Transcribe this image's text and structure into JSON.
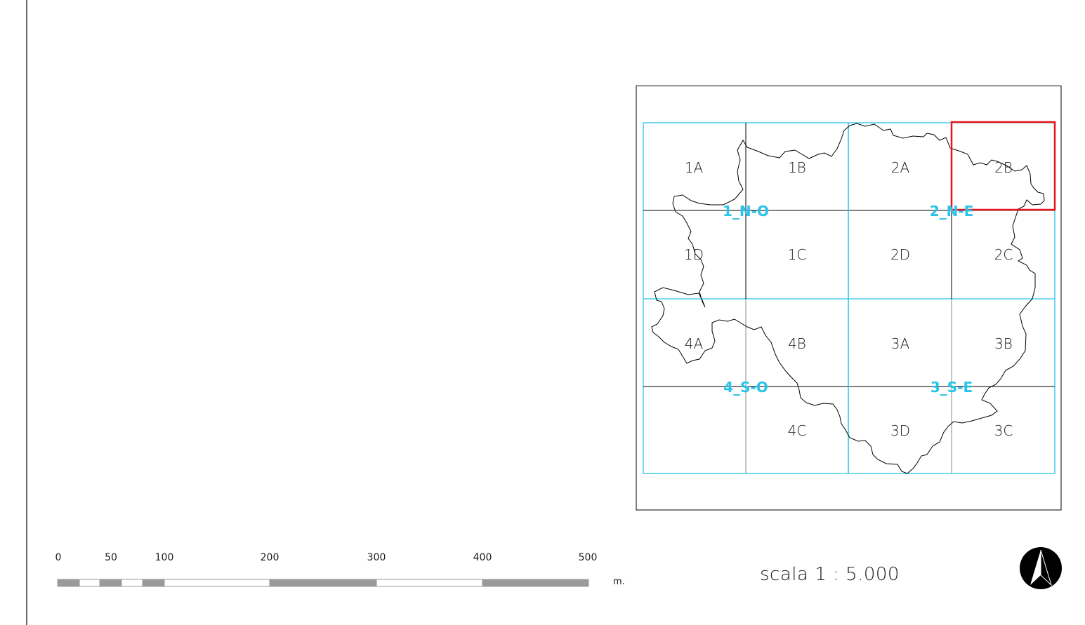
{
  "scale_bar": {
    "ticks": [
      "0",
      "50",
      "100",
      "200",
      "300",
      "400",
      "500"
    ],
    "unit": "m."
  },
  "scale_text": "scala 1 : 5.000",
  "grid": {
    "tiles": [
      "1A",
      "1B",
      "2A",
      "2B",
      "1D",
      "1C",
      "2D",
      "2C",
      "4A",
      "4B",
      "3A",
      "3B",
      "4C",
      "3D",
      "3C"
    ],
    "quadrants": [
      "1_N-O",
      "2_N-E",
      "4_S-O",
      "3_S-E"
    ],
    "highlighted_tile": "2B"
  },
  "colors": {
    "grid_line": "#29c4ea",
    "quadrant_label": "#29c4ea",
    "highlight": "#e8141c",
    "bar_dark": "#9a9a9a",
    "outline": "#000000"
  },
  "icons": [
    "north-arrow-icon"
  ]
}
